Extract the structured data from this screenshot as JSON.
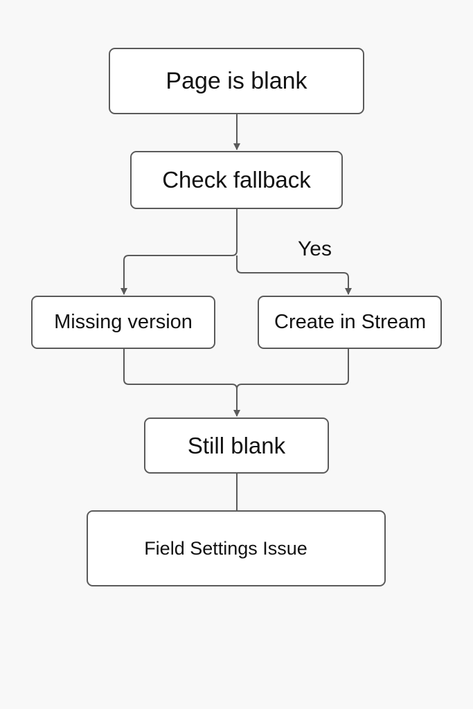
{
  "diagram": {
    "nodes": {
      "page_blank": "Page is blank",
      "check_fallback": "Check fallback",
      "missing_version": "Missing version",
      "create_in_stream": "Create in Stream",
      "still_blank": "Still blank",
      "field_settings_issue": "Field Settings Issue"
    },
    "edges": [
      {
        "from": "page_blank",
        "to": "check_fallback",
        "label": ""
      },
      {
        "from": "check_fallback",
        "to": "missing_version",
        "label": ""
      },
      {
        "from": "check_fallback",
        "to": "create_in_stream",
        "label": "Yes"
      },
      {
        "from": "missing_version",
        "to": "still_blank",
        "label": ""
      },
      {
        "from": "create_in_stream",
        "to": "still_blank",
        "label": ""
      },
      {
        "from": "still_blank",
        "to": "field_settings_issue",
        "label": ""
      }
    ],
    "colors": {
      "background": "#f8f8f8",
      "node_fill": "#ffffff",
      "node_border": "#5a5a5a",
      "connector": "#5a5a5a",
      "text": "#111111"
    }
  }
}
